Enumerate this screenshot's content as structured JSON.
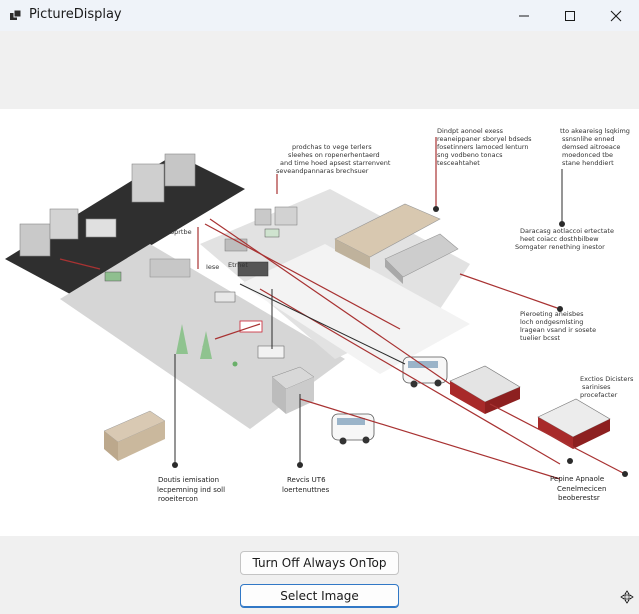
{
  "window": {
    "title": "PictureDisplay",
    "icon": "app-window-icon",
    "controls": [
      "minimize-icon",
      "maximize-icon",
      "close-icon"
    ]
  },
  "picture": {
    "description_icon": "isometric-logistics-illustration",
    "labels": [
      "prodchas to vege terlers",
      "sleehes on ropenerhentaerd",
      "and time hoed apsest starrenvent",
      "seveandpannaras brechsuer",
      "Dindpt aonoel exess",
      "reaneippaner sboryel bdseds",
      "fosetinners lamoced lenturn",
      "sng vodbeno tonacs",
      "tesceahtahet",
      "tto akeareisg lsqkimg",
      "ssnsnlihe enned",
      "demsed aitroeace",
      "moedonced tbe",
      "stane henddiert",
      "Daracasg aotlaccoi ertectate",
      "heet coiacc dosthbilbew",
      "Somgater renething inestor",
      "Pieroeting aneisbes",
      "loch ondgesmlsting",
      "lragean vsand ir sosete",
      "tuelier bcsst",
      "Exctios Dicisters",
      "sarinises",
      "procefacter",
      "Doutis iemisation",
      "lecpemning ind soll",
      "rooeitercon",
      "Revcis UT6",
      "loertenuttnes",
      "Pepine Apnaole",
      "Cenelmecicen",
      "beoberestsr",
      "Sprtbe",
      "Etrnet",
      "Iese"
    ]
  },
  "buttons": {
    "always_on_top": "Turn Off Always OnTop",
    "select_image": "Select Image"
  },
  "colors": {
    "titlebar": "#eff3f9",
    "client_bg": "#f0f0f0",
    "accent_border": "#3178c6",
    "diagram_red": "#a83232"
  }
}
